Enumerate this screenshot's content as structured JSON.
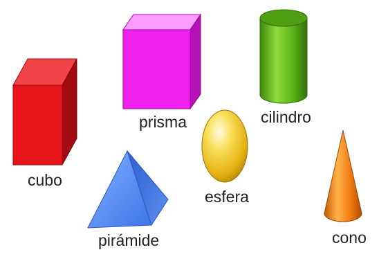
{
  "colors": {
    "cube": "#e8151b",
    "prism": "#ee22ee",
    "cylinder": "#5cb318",
    "sphere": "#f2c71c",
    "pyramid": "#4f86f0",
    "cone": "#f07a10"
  },
  "shapes": [
    {
      "id": "cubo",
      "label": "cubo"
    },
    {
      "id": "prisma",
      "label": "prisma"
    },
    {
      "id": "cilindro",
      "label": "cilindro"
    },
    {
      "id": "esfera",
      "label": "esfera"
    },
    {
      "id": "piramide",
      "label": "pirámide"
    },
    {
      "id": "cono",
      "label": "cono"
    }
  ]
}
